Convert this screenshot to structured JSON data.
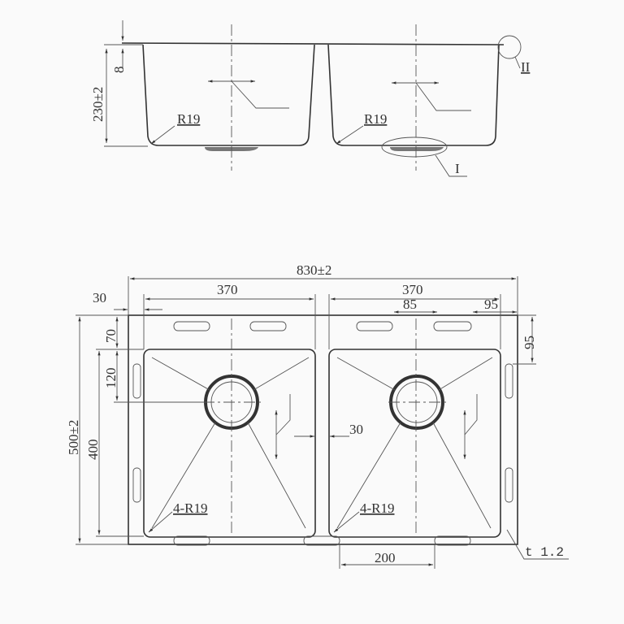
{
  "side_view": {
    "height_dim": "230±2",
    "rim_dim": "8",
    "radius_left": "R19",
    "radius_right": "R19",
    "detail_1": "I",
    "detail_2": "II"
  },
  "top_view": {
    "overall_width": "830±2",
    "bowl_width_left": "370",
    "bowl_width_right": "370",
    "left_margin": "30",
    "clip_spacing": "85",
    "clip_offset_right": "95",
    "clip_offset_vertical": "95",
    "overall_depth": "500±2",
    "bowl_depth": "400",
    "rim_front": "70",
    "drain_offset": "120",
    "divider_width": "30",
    "corner_radius_left": "4-R19",
    "corner_radius_right": "4-R19",
    "bottom_spacing": "200",
    "thickness": "t 1.2"
  }
}
